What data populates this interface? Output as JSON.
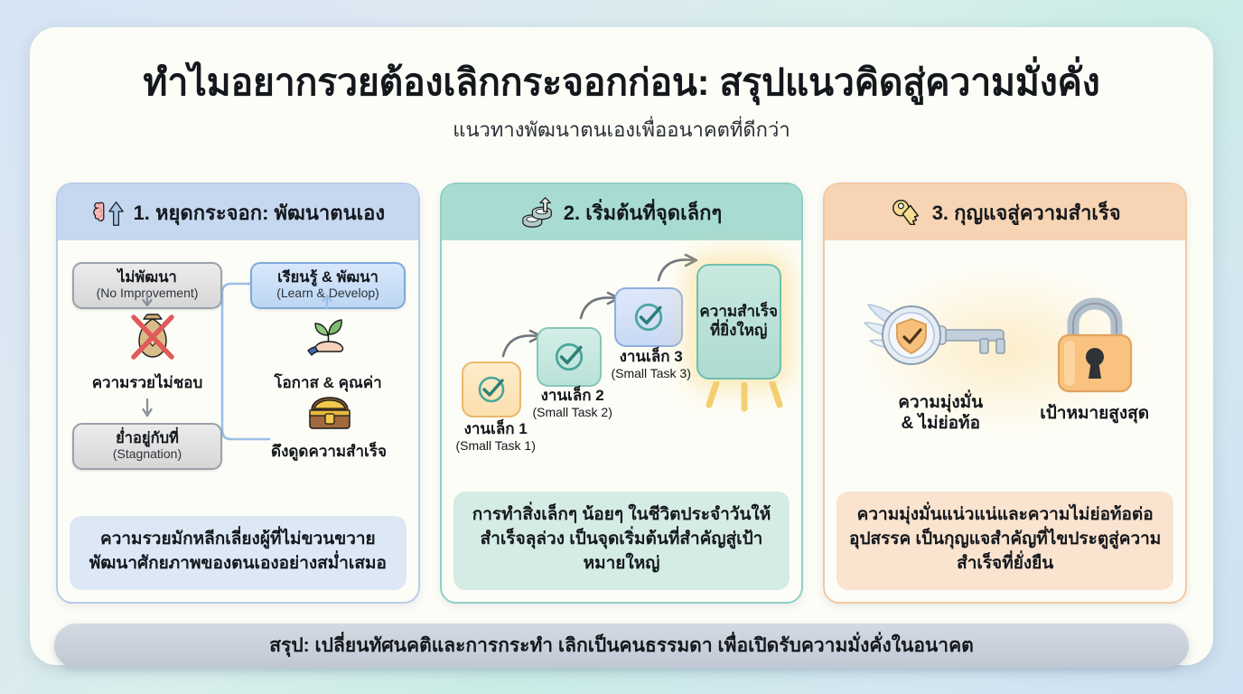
{
  "header": {
    "title": "ทำไมอยากรวยต้องเลิกกระจอกก่อน: สรุปแนวคิดสู่ความมั่งคั่ง",
    "subtitle": "แนวทางพัฒนาตนเองเพื่ออนาคตที่ดีกว่า"
  },
  "cards": [
    {
      "id": "card-1",
      "icon": "brain-up-arrow-icon",
      "title": "1. หยุดกระจอก: พัฒนาตนเอง",
      "accent": "#c5d8f0",
      "border": "#b9cbe8",
      "nodes": {
        "no_improvement_th": "ไม่พัฒนา",
        "no_improvement_en": "(No Improvement)",
        "stagnation_th": "ย่ำอยู่กับที่",
        "stagnation_en": "(Stagnation)",
        "learn_th": "เรียนรู้ & พัฒนา",
        "learn_en": "(Learn & Develop)"
      },
      "labels": {
        "rich_dislike": "ความรวยไม่ชอบ",
        "opportunity_value": "โอกาส & คุณค่า",
        "attract_success": "ดึงดูดความสำเร็จ"
      },
      "icons": {
        "money_bag_crossed": "money-bag-crossed-icon",
        "hand_sprout": "hand-sprout-icon",
        "treasure_chest": "treasure-chest-icon"
      },
      "footer": "ความรวยมักหลีกเลี่ยงผู้ที่ไม่ขวนขวายพัฒนาศักยภาพของตนเองอย่างสม่ำเสมอ"
    },
    {
      "id": "card-2",
      "icon": "stacked-coins-up-arrow-icon",
      "title": "2. เริ่มต้นที่จุดเล็กๆ",
      "accent": "#a8dcd2",
      "border": "#8fcfc4",
      "steps": [
        {
          "th": "งานเล็ก 1",
          "en": "(Small Task 1)",
          "color": "#fbdfae",
          "border": "#e9b96a"
        },
        {
          "th": "งานเล็ก 2",
          "en": "(Small Task 2)",
          "color": "#bae2d8",
          "border": "#86c7b8"
        },
        {
          "th": "งานเล็ก 3",
          "en": "(Small Task 3)",
          "color": "#c9d9f4",
          "border": "#90aedd"
        }
      ],
      "goal": "ความสำเร็จ\nที่ยิ่งใหญ่",
      "goal_line1": "ความสำเร็จ",
      "goal_line2": "ที่ยิ่งใหญ่",
      "check_icon": "check-circle-icon",
      "footer": "การทำสิ่งเล็กๆ น้อยๆ ในชีวิตประจำวันให้สำเร็จลุล่วง เป็นจุดเริ่มต้นที่สำคัญสู่เป้าหมายใหญ่"
    },
    {
      "id": "card-3",
      "icon": "key-icon",
      "title": "3. กุญแจสู่ความสำเร็จ",
      "accent": "#f7d4b3",
      "border": "#f2c9a2",
      "items": [
        {
          "icon": "winged-key-shield-icon",
          "label_line1": "ความมุ่งมั่น",
          "label_line2": "& ไม่ย่อท้อ"
        },
        {
          "icon": "padlock-icon",
          "label_line1": "เป้าหมายสูงสุด",
          "label_line2": ""
        }
      ],
      "footer": "ความมุ่งมั่นแน่วแน่และความไม่ย่อท้อต่ออุปสรรค เป็นกุญแจสำคัญที่ไขประตูสู่ความสำเร็จที่ยั่งยืน"
    }
  ],
  "summary": {
    "text": "สรุป: เปลี่ยนทัศนคติและการกระทำ เลิกเป็นคนธรรมดา เพื่อเปิดรับความมั่งคั่งในอนาคต"
  }
}
